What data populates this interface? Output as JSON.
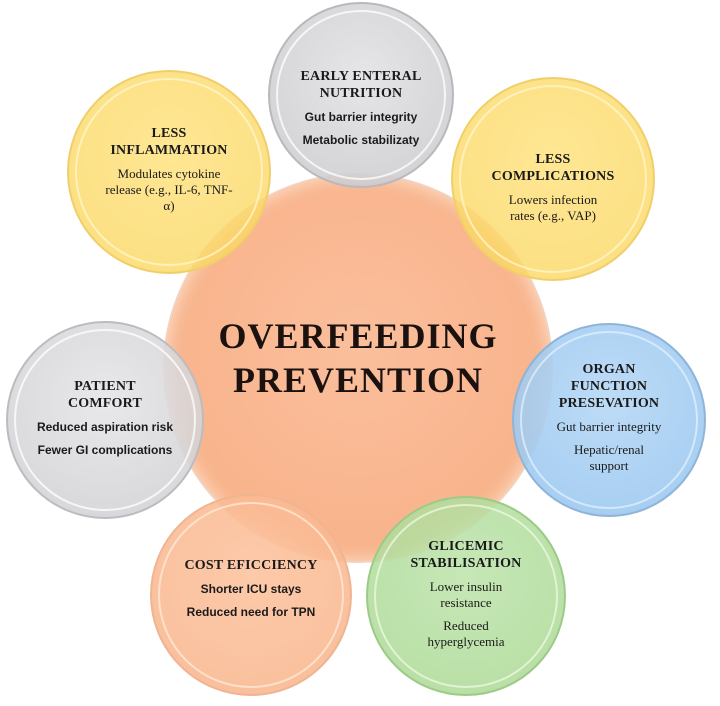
{
  "center": {
    "title_line1": "OVERFEEDING",
    "title_line2": "PREVENTION",
    "color": "#f8b58f"
  },
  "nodes": [
    {
      "id": "early-enteral-nutrition",
      "title_lines": [
        "EARLY ENTERAL",
        "NUTRITION"
      ],
      "items": [
        "Gut barrier integrity",
        "Metabolic stabilizaty"
      ],
      "color": "#d4d4d6"
    },
    {
      "id": "less-inflammation",
      "title_lines": [
        "LESS",
        "INFLAMMATION"
      ],
      "items": [
        "Modulates cytokine release (e.g., IL-6, TNF-α)"
      ],
      "color": "#fbd968"
    },
    {
      "id": "less-complications",
      "title_lines": [
        "LESS",
        "COMPLICATIONS"
      ],
      "items": [
        "Lowers infection rates (e.g., VAP)"
      ],
      "color": "#fbd968"
    },
    {
      "id": "patient-comfort",
      "title_lines": [
        "PATIENT",
        "COMFORT"
      ],
      "items": [
        "Reduced aspiration risk",
        "Fewer GI complications"
      ],
      "color": "#d4d4d6"
    },
    {
      "id": "organ-function-presevation",
      "title_lines": [
        "ORGAN",
        "FUNCTION",
        "PRESEVATION"
      ],
      "items": [
        "Gut barrier integrity",
        "Hepatic/renal support"
      ],
      "color": "#9fcbef"
    },
    {
      "id": "cost-eficciency",
      "title_lines": [
        "COST EFICCIENCY"
      ],
      "items": [
        "Shorter ICU stays",
        "Reduced need for TPN"
      ],
      "color": "#f9b58c"
    },
    {
      "id": "glicemic-stabilisation",
      "title_lines": [
        "GLICEMIC",
        "STABILISATION"
      ],
      "items": [
        "Lower insulin resistance",
        "Reduced hyperglycemia"
      ],
      "color": "#aedb98"
    }
  ]
}
